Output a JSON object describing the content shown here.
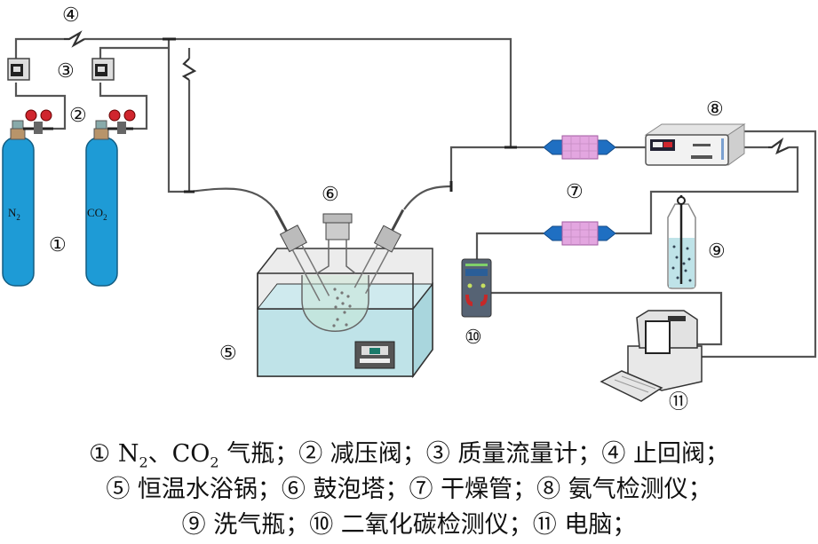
{
  "diagram": {
    "labels": {
      "n1": "①",
      "n2": "②",
      "n3": "③",
      "n4": "④",
      "n5": "⑤",
      "n6": "⑥",
      "n7": "⑦",
      "n8": "⑧",
      "n9": "⑨",
      "n10": "⑩",
      "n11": "⑪"
    },
    "cylinders": [
      {
        "gas": "N",
        "sub": "2",
        "color": "#1e9bd6"
      },
      {
        "gas": "CO",
        "sub": "2",
        "color": "#1e9bd6"
      }
    ],
    "colors": {
      "cylinder": "#1e9bd6",
      "water": "#bfe3e8",
      "dryer_body": "#1f6fc2",
      "dryer_core": "#e3a6e0",
      "pipe": "#555555",
      "valve_knob": "#d0262e"
    }
  },
  "caption": {
    "line1": [
      {
        "num": "①",
        "text_a": "N",
        "sub_a": "2",
        "text_b": "、CO",
        "sub_b": "2",
        "text_c": " 气瓶；"
      },
      {
        "num": "②",
        "text": " 减压阀；"
      },
      {
        "num": "③",
        "text": " 质量流量计；"
      },
      {
        "num": "④",
        "text": " 止回阀；"
      }
    ],
    "line2": [
      {
        "num": "⑤",
        "text": " 恒温水浴锅；"
      },
      {
        "num": "⑥",
        "text": " 鼓泡塔；"
      },
      {
        "num": "⑦",
        "text": " 干燥管；"
      },
      {
        "num": "⑧",
        "text": " 氨气检测仪；"
      }
    ],
    "line3": [
      {
        "num": "⑨",
        "text": " 洗气瓶；"
      },
      {
        "num": "⑩",
        "text": " 二氧化碳检测仪；"
      },
      {
        "num": "⑪",
        "text": " 电脑；"
      }
    ]
  }
}
